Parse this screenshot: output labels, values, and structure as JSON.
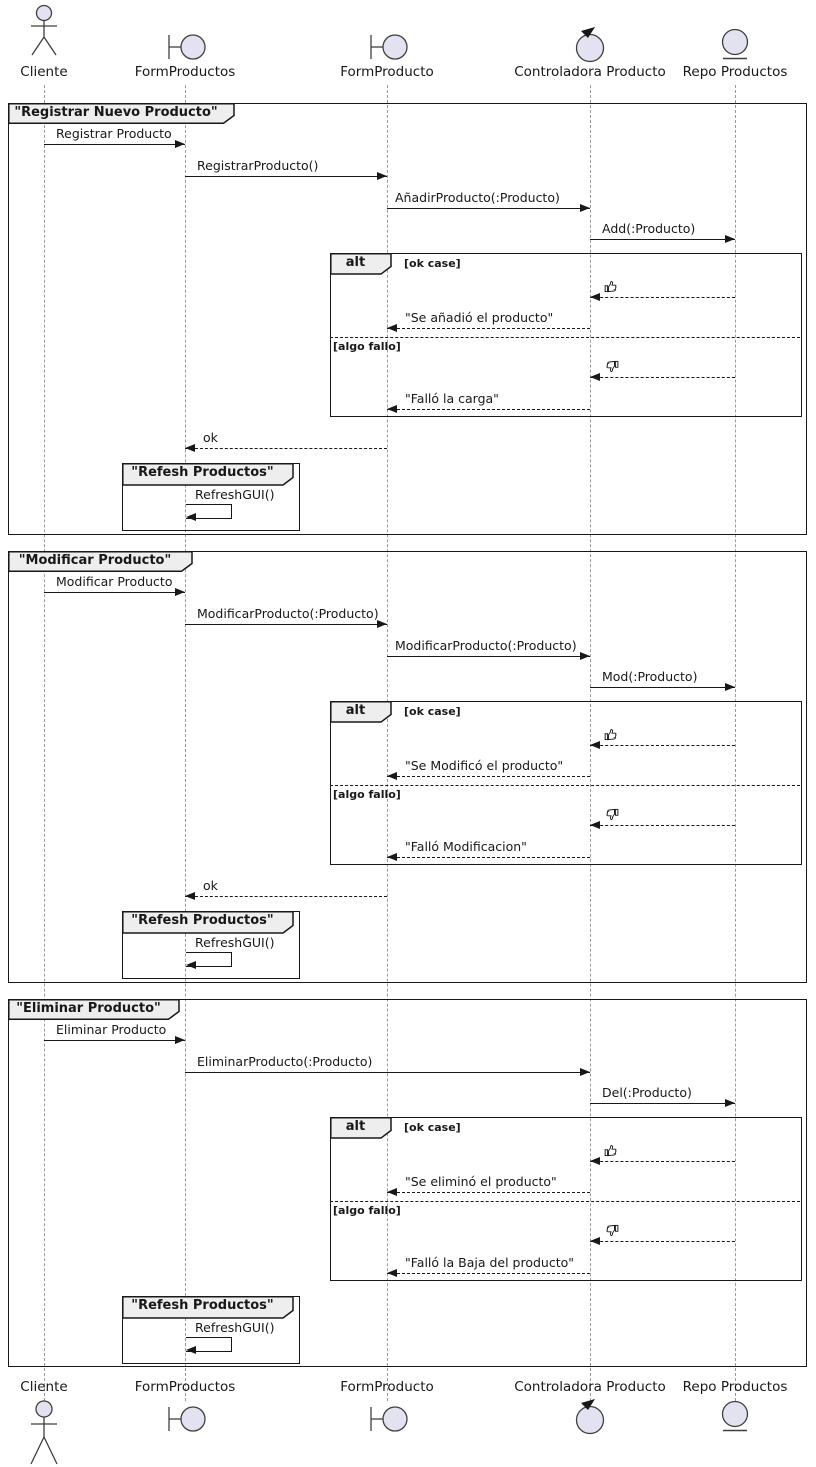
{
  "participants": {
    "cliente": {
      "label": "Cliente",
      "icon": "actor-icon"
    },
    "form_productos": {
      "label": "FormProductos",
      "icon": "boundary-icon"
    },
    "form_producto": {
      "label": "FormProducto",
      "icon": "boundary-icon"
    },
    "controladora": {
      "label": "Controladora Producto",
      "icon": "control-icon"
    },
    "repo": {
      "label": "Repo Productos",
      "icon": "entity-icon"
    }
  },
  "colors": {
    "icon_fill": "#E2E2F0",
    "header_fill": "#EEEEEE",
    "line": "#181818",
    "lifeline": "#9A9A9A",
    "background": "#FFFFFF"
  },
  "frames": {
    "registrar": {
      "title": "\"Registrar Nuevo Producto\"",
      "messages": {
        "registrar_producto": "Registrar Producto",
        "registrar_producto_call": "RegistrarProducto()",
        "anadir_producto": "AñadirProducto(:Producto)",
        "add": "Add(:Producto)",
        "se_anadio": "\"Se añadió el producto\"",
        "fallo_carga": "\"Falló la carga\"",
        "ok_reply": "ok"
      },
      "alt": {
        "operator": "alt",
        "guard_ok": "[ok case]",
        "guard_fail": "[algo fallo]",
        "ok_icon": "thumbs-up-icon",
        "fail_icon": "thumbs-down-icon"
      },
      "group": {
        "title": "\"Refesh Productos\"",
        "refresh_call": "RefreshGUI()"
      }
    },
    "modificar": {
      "title": "\"Modificar Producto\"",
      "messages": {
        "modificar_producto": "Modificar Producto",
        "modificar_call_form": "ModificarProducto(:Producto)",
        "modificar_call_ctrl": "ModificarProducto(:Producto)",
        "mod": "Mod(:Producto)",
        "se_modifico": "\"Se Modificó el producto\"",
        "fallo_modificacion": "\"Falló Modificacion\"",
        "ok_reply": "ok"
      },
      "alt": {
        "operator": "alt",
        "guard_ok": "[ok case]",
        "guard_fail": "[algo fallo]",
        "ok_icon": "thumbs-up-icon",
        "fail_icon": "thumbs-down-icon"
      },
      "group": {
        "title": "\"Refesh Productos\"",
        "refresh_call": "RefreshGUI()"
      }
    },
    "eliminar": {
      "title": "\"Eliminar Producto\"",
      "messages": {
        "eliminar_producto": "Eliminar Producto",
        "eliminar_call": "EliminarProducto(:Producto)",
        "del": "Del(:Producto)",
        "se_elimino": "\"Se eliminó el producto\"",
        "fallo_baja": "\"Falló la Baja del producto\""
      },
      "alt": {
        "operator": "alt",
        "guard_ok": "[ok case]",
        "guard_fail": "[algo fallo]",
        "ok_icon": "thumbs-up-icon",
        "fail_icon": "thumbs-down-icon"
      },
      "group": {
        "title": "\"Refesh Productos\"",
        "refresh_call": "RefreshGUI()"
      }
    }
  }
}
